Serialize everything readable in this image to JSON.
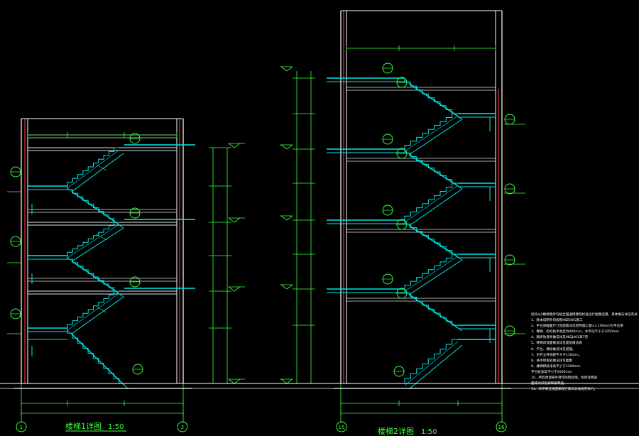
{
  "drawings": [
    {
      "title": "楼梯1详图",
      "scale": "1:50",
      "axis_left": "1",
      "axis_right": "2"
    },
    {
      "title": "楼梯2详图",
      "scale": "1:50",
      "axis_left": "15",
      "axis_right": "16"
    }
  ],
  "notes": {
    "lines": [
      "栏杆ø小楼梯踏步均按全国通用建筑标准设计图集选用，具体做法详见有关图集",
      "1、除本说明外均按照98ZJ401施工",
      "2、平台梁截面尺寸及配筋详见结构施工图±1.100mm为平台梁",
      "3、楼梯、栏杆扶手高度为900mm，水平段不小于1050mm",
      "4、踏步防滑条做法详见98ZJ401第7页",
      "5、楼梯间墙面做法详见建筑做法表",
      "6、平台、梯段做法详见结施。",
      "7、栏杆立杆间距不大于110mm。",
      "8、扶手转角处做法详见图集",
      "9、楼梯梯段净高不小于2200mm",
      "   平台处净高不小于2000mm",
      "10、所有预埋铁件须作防锈处理，防锈漆两道",
      "   面漆为深色调和漆两道。",
      "11、未尽事宜按国家现行施工验收规范执行。"
    ]
  },
  "colors": {
    "stair": "#00e6e6",
    "structure": "#ffffff",
    "dimension": "#3cff3c",
    "tag": "#ffff66",
    "column": "#ff4040",
    "slab": "#e0e0e0",
    "background": "#000000"
  }
}
